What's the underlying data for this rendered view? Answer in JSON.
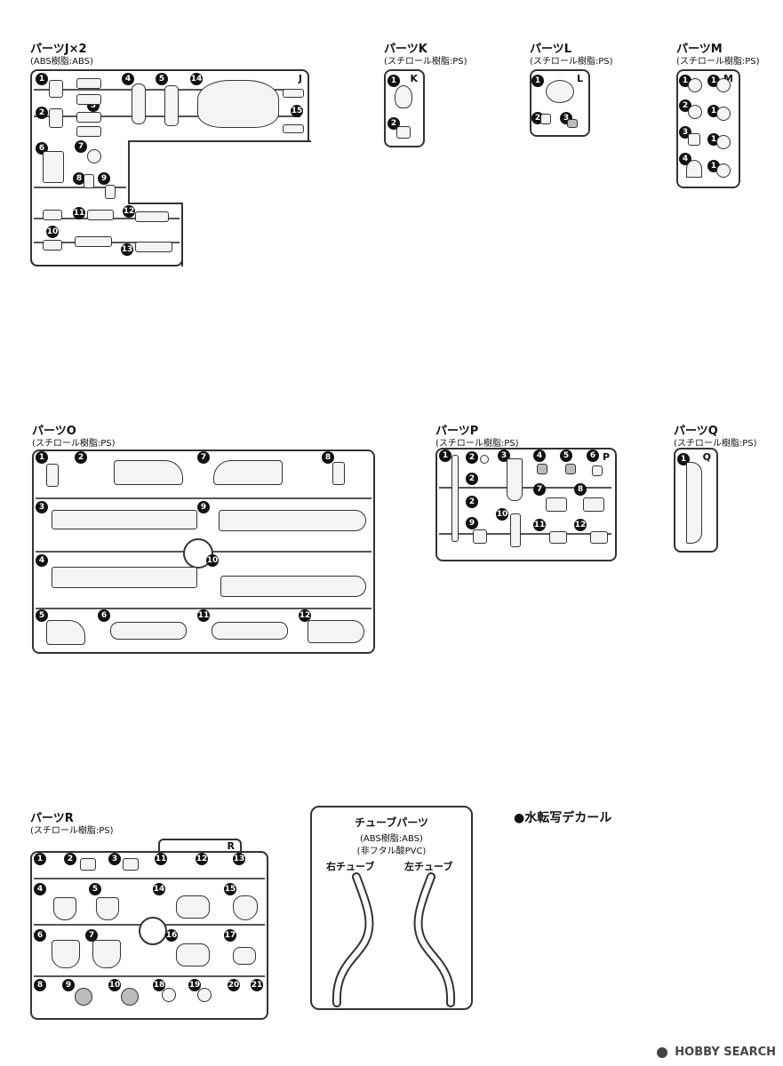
{
  "sections": {
    "J": {
      "title": "パーツJ×2",
      "material": "(ABS樹脂:ABS)",
      "tag": "J",
      "labels": [
        "1",
        "2",
        "3",
        "4",
        "5",
        "6",
        "7",
        "8",
        "9",
        "10",
        "11",
        "12",
        "13",
        "14",
        "15"
      ]
    },
    "K": {
      "title": "パーツK",
      "material": "(スチロール樹脂:PS)",
      "tag": "K",
      "labels": [
        "1",
        "2"
      ]
    },
    "L": {
      "title": "パーツL",
      "material": "(スチロール樹脂:PS)",
      "tag": "L",
      "labels": [
        "1",
        "2",
        "3"
      ]
    },
    "M": {
      "title": "パーツM",
      "material": "(スチロール樹脂:PS)",
      "tag": "M",
      "labels": [
        "1",
        "2",
        "3",
        "4"
      ]
    },
    "O": {
      "title": "パーツO",
      "material": "(スチロール樹脂:PS)",
      "tag": "",
      "labels": [
        "1",
        "2",
        "3",
        "4",
        "5",
        "6",
        "7",
        "8",
        "9",
        "10",
        "11",
        "12"
      ]
    },
    "P": {
      "title": "パーツP",
      "material": "(スチロール樹脂:PS)",
      "tag": "P",
      "labels": [
        "1",
        "2",
        "3",
        "4",
        "5",
        "6",
        "7",
        "8",
        "9",
        "10",
        "11",
        "12"
      ]
    },
    "Q": {
      "title": "パーツQ",
      "material": "(スチロール樹脂:PS)",
      "tag": "Q",
      "labels": [
        "1"
      ]
    },
    "R": {
      "title": "パーツR",
      "material": "(スチロール樹脂:PS)",
      "tag": "R",
      "labels": [
        "1",
        "2",
        "3",
        "4",
        "5",
        "6",
        "7",
        "8",
        "9",
        "10",
        "11",
        "12",
        "13",
        "14",
        "15",
        "16",
        "17",
        "18",
        "19",
        "20",
        "21"
      ]
    }
  },
  "tube": {
    "title": "チューブパーツ",
    "material1": "(ABS樹脂:ABS)",
    "material2": "(非フタル酸PVC)",
    "right_label": "右チューブ",
    "left_label": "左チューブ"
  },
  "decal": {
    "title": "●水転写デカール"
  },
  "footer": {
    "logo": "HOBBY SEARCH"
  }
}
